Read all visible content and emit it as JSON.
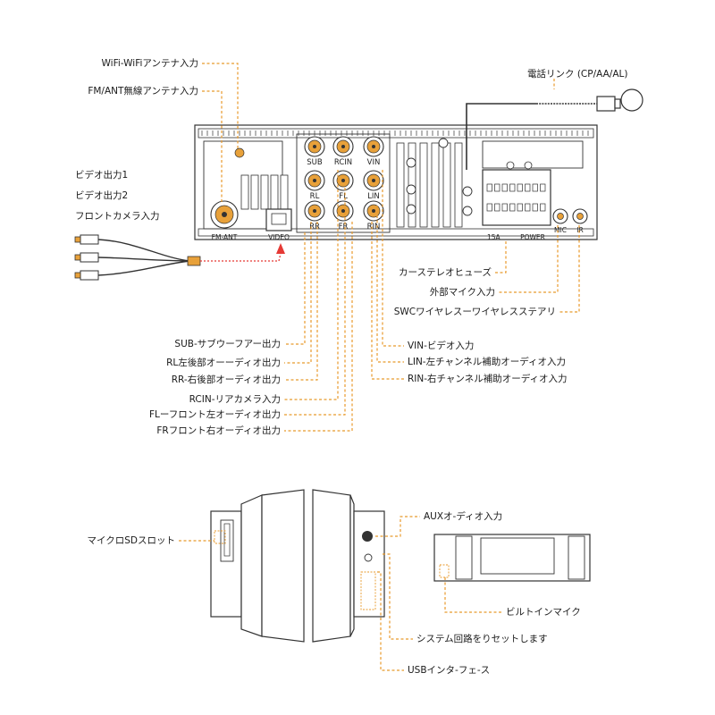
{
  "labels": {
    "wifi": "WiFi-WiFiアンテナ入力",
    "fm": "FM/ANT無線アンテナ入力",
    "video_out1": "ビデオ出力1",
    "video_out2": "ビデオ出力2",
    "front_cam": "フロントカメラ入力",
    "phone_link": "電話リンク (CP/AA/AL)",
    "car_fuse": "カーステレオヒューズ",
    "ext_mic": "外部マイク入力",
    "swc": "SWCワイヤレスーワイヤレスステアリ",
    "sub": "SUB-サブウーフアー出力",
    "rl": "RL左後部オーーディオ出力",
    "rr": "RR-右後部オーディオ出力",
    "rcin": "RCIN-リアカメラ入力",
    "fl": "FLーフロント左オーディオ出力",
    "fr": "FRフロント右オーディオ出力",
    "vin": "VIN-ビデオ入力",
    "lin": "LIN-左チャンネル補助オーディオ入力",
    "rin": "RIN-右チャンネル補助オーディオ入力",
    "sd_slot": "マイクロSDスロット",
    "aux": "AUXオ-ディオ入力",
    "builtin_mic": "ビルトインマイク",
    "reset": "システム回路をりセットします",
    "usb": "USBインタ-フェ-ス"
  },
  "ports": {
    "sub": "SUB",
    "rcin": "RCIN",
    "vin": "VIN",
    "rl": "RL",
    "fl": "FL",
    "lin": "LIN",
    "rr": "RR",
    "fr": "FR",
    "rin": "RIN",
    "fm_ant": "FM-ANT",
    "video": "VIDEO",
    "fuse": "15A",
    "power": "POWER",
    "mic": "MIC",
    "ir": "IR"
  },
  "colors": {
    "leader": "#e89a2c",
    "signal_arrow": "#e53935",
    "rca_center": "#e8a13a",
    "outline": "#333333"
  }
}
